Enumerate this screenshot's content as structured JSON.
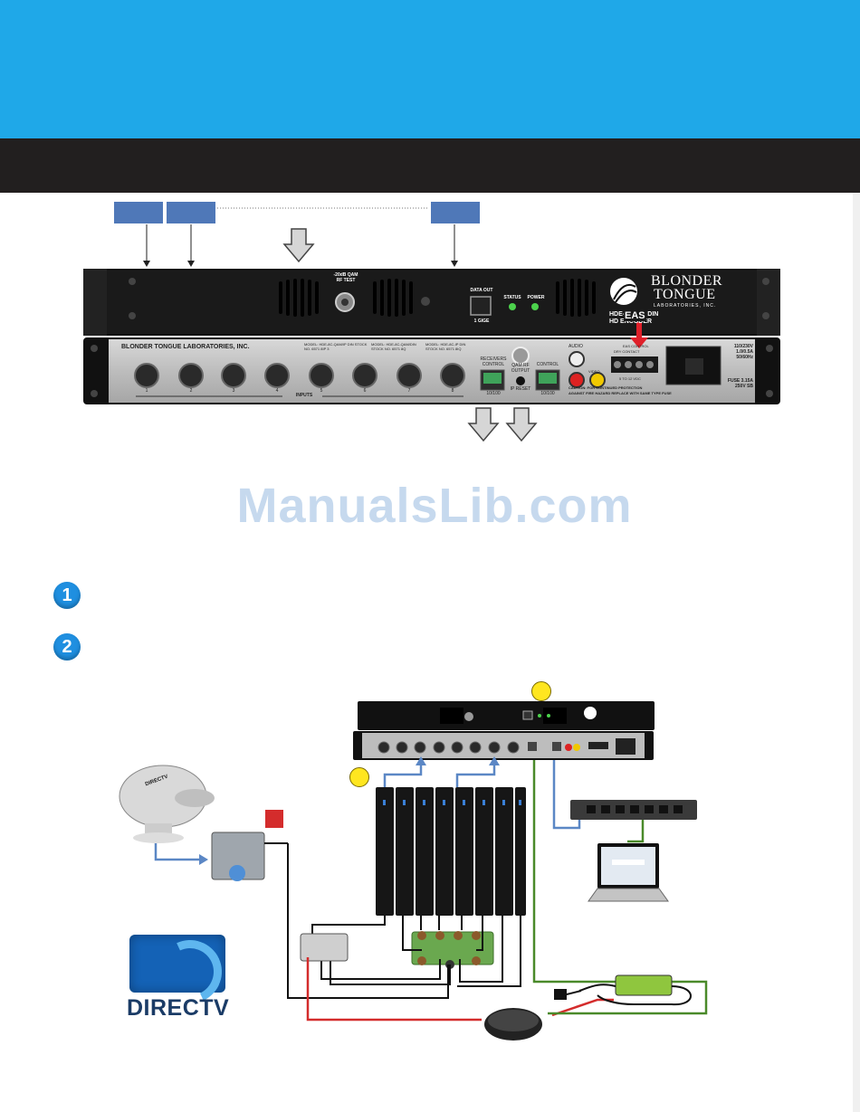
{
  "front_panel": {
    "test_label": "-20dB QAM RF TEST",
    "data_out_label": "DATA OUT",
    "data_out_sub": "1 GIGE",
    "status_label": "STATUS",
    "power_label": "POWER",
    "brand_line1": "BLONDER",
    "brand_line2": "TONGUE",
    "brand_line3": "LABORATORIES, INC.",
    "model_line1": "HDE-EAS-IP DIN",
    "model_line2": "HD ENCODER"
  },
  "rear_panel": {
    "company": "BLONDER TONGUE LABORATORIES, INC.",
    "model_a": "MODEL: HDE-8C-QAM/IP DIN STOCK NO. 6571 8IP 3",
    "model_b": "MODEL: HDE-8C-QAM/DIN STOCK NO. 6571 8Q",
    "model_c": "MODEL: HDE-8C-IP DIN STOCK NO. 6571 8IQ",
    "input_numbers": [
      "1",
      "2",
      "3",
      "4",
      "5",
      "6",
      "7",
      "8"
    ],
    "inputs_label": "INPUTS",
    "receivers_label": "RECEIVERS CONTROL",
    "receivers_sub": "10/100",
    "qam_output_label": "QAM RF OUTPUT",
    "ip_reset_label": "IP RESET",
    "control_label": "CONTROL",
    "control_sub": "10/100",
    "audio_label": "AUDIO",
    "video_label": "VIDEO",
    "eas_control_label": "EAS CONTROL",
    "dry_contact_label": "DRY CONTACT",
    "voltage_label": "5 TO 12 VDC",
    "caution_line1": "CAUTION: FOR CONTINUED PROTECTION",
    "caution_line2": "AGAINST FIRE HAZARD REPLACE WITH SAME TYPE FUSE",
    "power_rating": "110/230V 1.0/0.5A 50/60Hz",
    "fuse_rating": "FUSE 3.15A 250V SB"
  },
  "eas_tag": "EAS",
  "watermark": "ManualsLib.com",
  "steps": [
    "1",
    "2"
  ],
  "diagram": {
    "dish_brand": "DIRECTV",
    "logo_text": "DIRECTV",
    "receiver_count": 8
  },
  "colors": {
    "header_blue": "#1fa8e8",
    "header_dark": "#221f1f",
    "callout_blue": "#4f78b8",
    "arrow_red": "#e0202a",
    "cable_blue": "#5b87c5",
    "cable_green": "#4a8a2a",
    "cable_red": "#d42c2c"
  }
}
